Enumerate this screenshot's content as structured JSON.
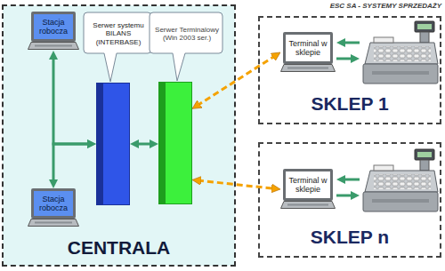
{
  "diagram": {
    "title": "ESC SA - SYSTEMY SPRZEDAŻY",
    "nodes": [
      {
        "text": [
          "CENTRALA"
        ]
      },
      {
        "text": [
          "Stacja robocza"
        ],
        "in": 0
      },
      {
        "text": [
          "Serwer systemu BILANS (INTERBASE)"
        ],
        "in": 0
      },
      {
        "text": [
          "Serwer Terminalowy (Win 2003 ser.)"
        ],
        "in": 0
      },
      {
        "text": [
          "Stacja robocza"
        ],
        "in": 0
      },
      {
        "text": [
          "SKLEP 1"
        ]
      },
      {
        "text": [
          "Terminal w sklepie"
        ],
        "in": 5
      },
      {
        "text": [
          "SKLEP n"
        ]
      },
      {
        "text": [
          "Terminal w sklepie"
        ],
        "in": 7
      }
    ],
    "edges": [
      {
        "from": 1,
        "to": 2,
        "arrow": "both"
      },
      {
        "from": 4,
        "to": 2,
        "arrow": "both"
      },
      {
        "from": 2,
        "to": 3,
        "arrow": "both"
      },
      {
        "from": 3,
        "to": 6,
        "arrow": "both"
      },
      {
        "from": 3,
        "to": 8,
        "arrow": "both"
      }
    ]
  }
}
